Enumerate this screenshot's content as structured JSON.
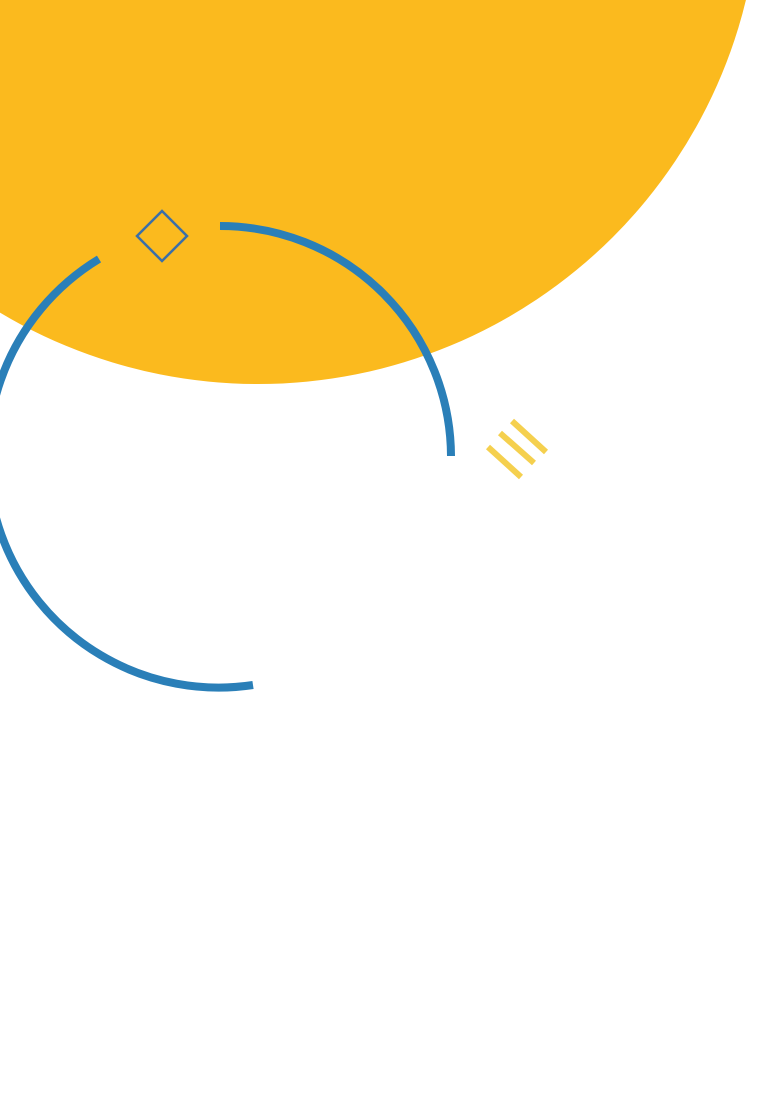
{
  "colors": {
    "background": "#ffffff",
    "sun": "#fbba1e",
    "ring": "#2a7fb8",
    "diamond": "#3b6fa8",
    "hatch": "#f5d04e"
  },
  "shapes": {
    "sun": "large-yellow-circle",
    "ring": "broken-blue-ring",
    "diamond": "outline-diamond",
    "hatch": "diagonal-triple-stripes"
  }
}
